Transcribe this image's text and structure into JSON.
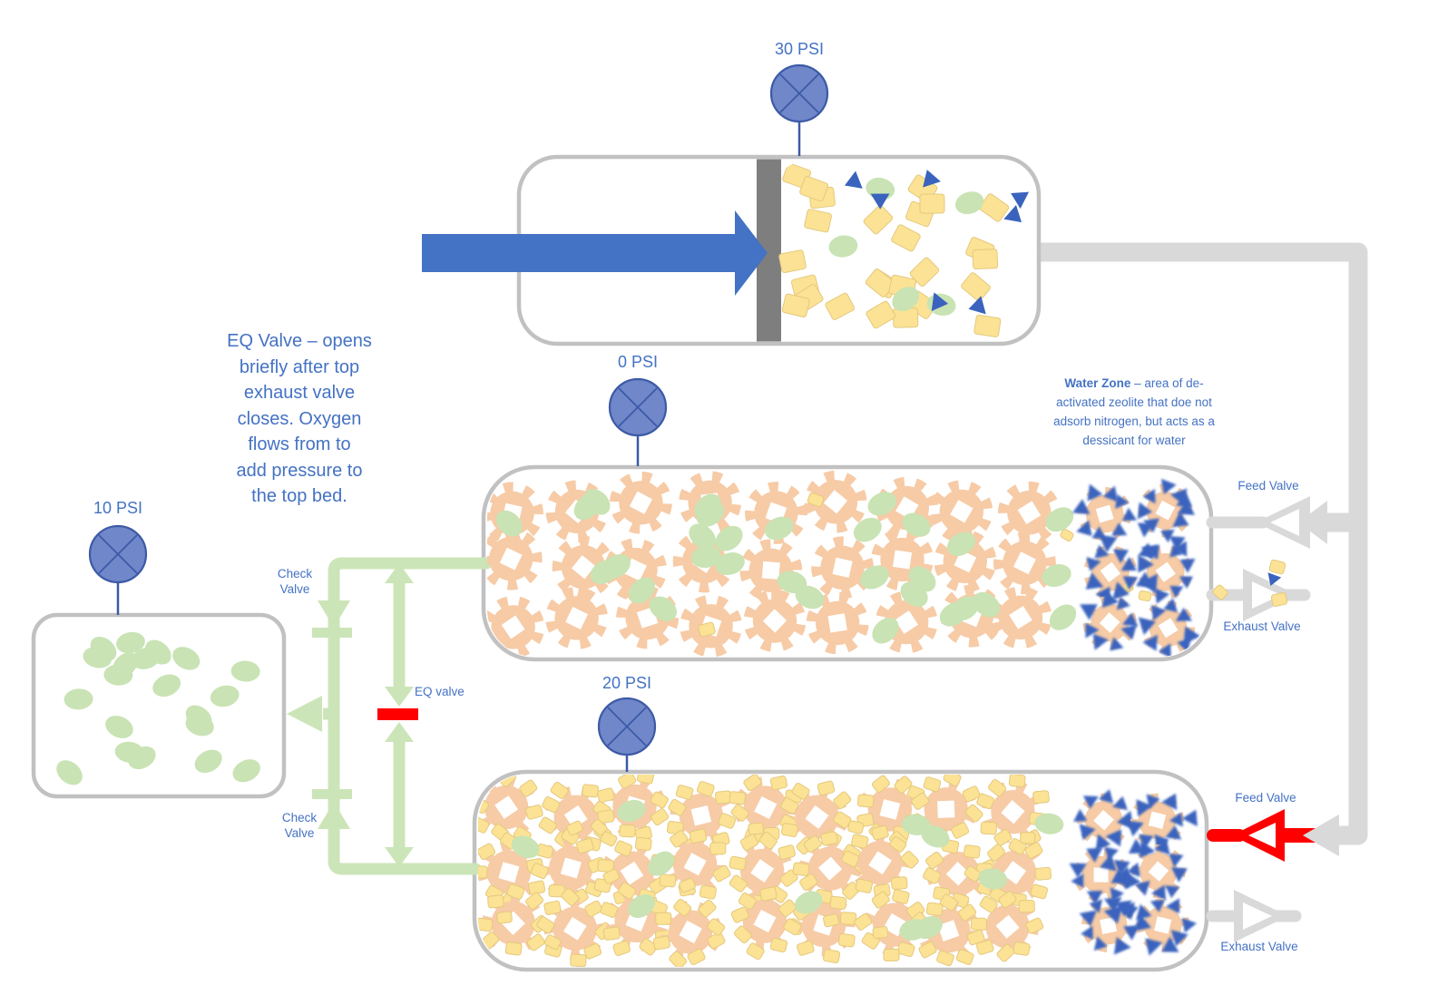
{
  "colors": {
    "label_blue": "#4472C4",
    "gauge_fill": "#7087C9",
    "gauge_stroke": "#3C5AA6",
    "pipe_gray": "#D9D9D9",
    "vessel_stroke": "#C1C1C1",
    "piston_gray": "#7E7E7E",
    "feed_arrow_blue": "#4472C4",
    "oxygen_green": "#C9E3B4",
    "nitrogen_yellow": "#FBE294",
    "nitrogen_stroke": "#E5C97F",
    "water_blue": "#3A63BE",
    "zeolite_peach": "#F6CBA6",
    "eq_green": "#CCE5B8",
    "active_red": "#FF0000"
  },
  "gauges": [
    {
      "id": "compressor",
      "label": "30 PSI"
    },
    {
      "id": "top-bed",
      "label": "0 PSI"
    },
    {
      "id": "product-tank",
      "label": "10 PSI"
    },
    {
      "id": "bottom-bed",
      "label": "20 PSI"
    }
  ],
  "valves": {
    "check_top": {
      "line1": "Check",
      "line2": "Valve"
    },
    "check_bottom": {
      "line1": "Check",
      "line2": "Valve"
    },
    "eq": {
      "label": "EQ valve"
    },
    "feed_mid": {
      "label": "Feed Valve"
    },
    "exhaust_mid": {
      "label": "Exhaust Valve"
    },
    "feed_bottom": {
      "label": "Feed Valve"
    },
    "exhaust_bottom": {
      "label": "Exhaust Valve"
    }
  },
  "annotations": {
    "eq_note": {
      "lines": [
        "EQ Valve – opens",
        "briefly after top",
        "exhaust valve",
        "closes.  Oxygen",
        "flows from to",
        "add pressure to",
        "the top bed."
      ]
    },
    "water_note": {
      "bold": "Water Zone",
      "line1_rest": " – area of de-",
      "lines": [
        "activated zeolite that doe not",
        "adsorb nitrogen, but acts as a",
        "dessicant for water"
      ]
    }
  }
}
